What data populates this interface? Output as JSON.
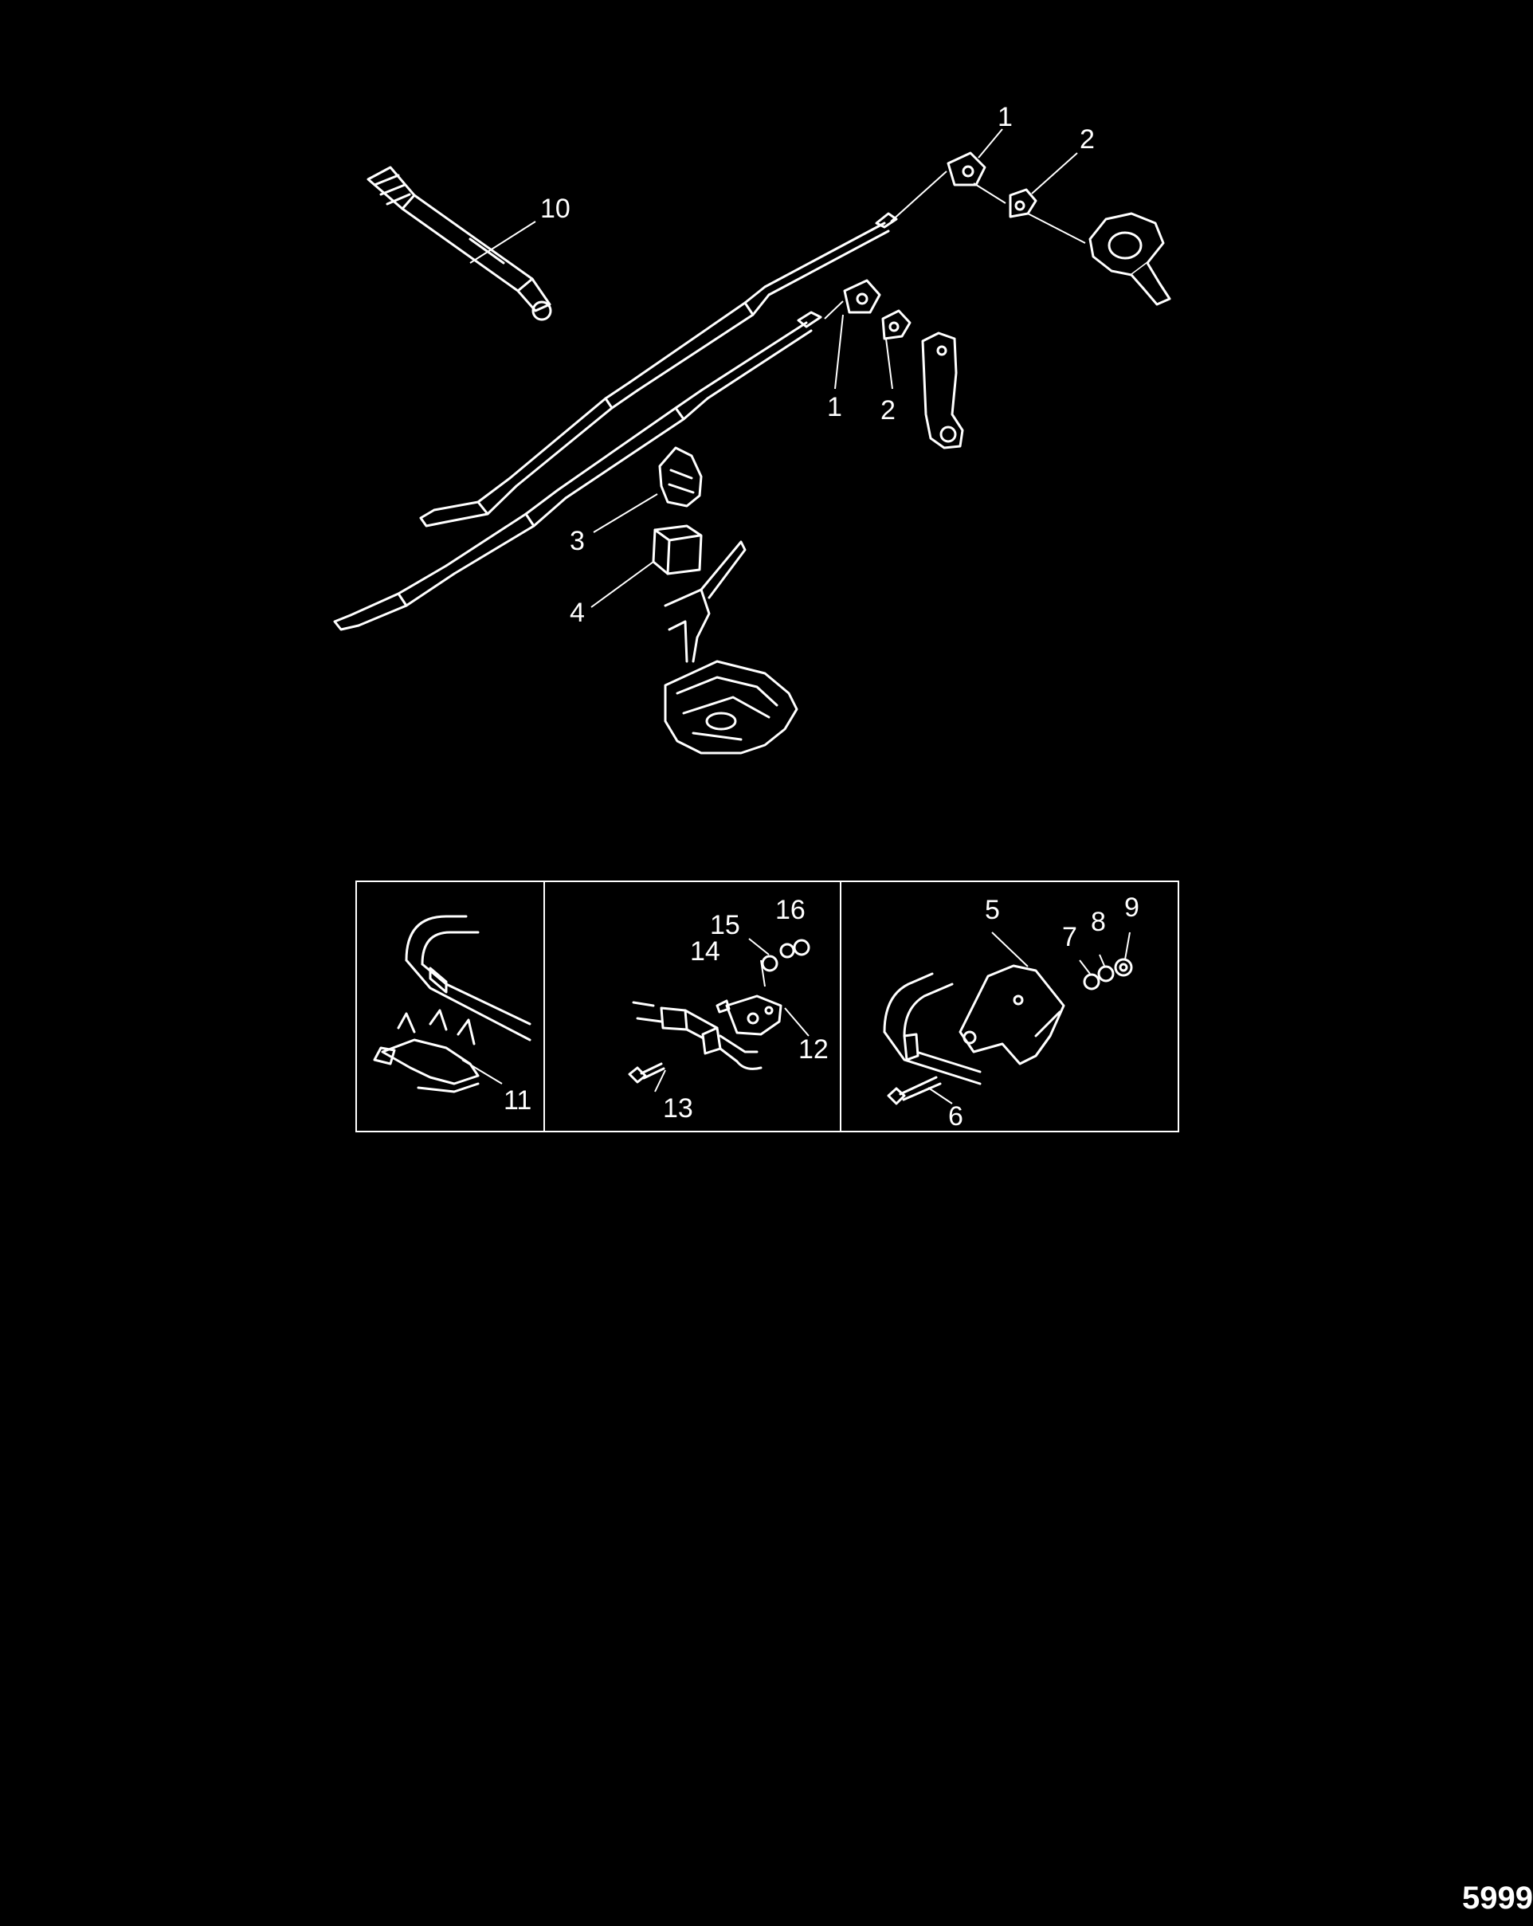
{
  "colors": {
    "background": "#000000",
    "linework": "#ffffff"
  },
  "callouts": {
    "c1a": "1",
    "c2a": "2",
    "c10": "10",
    "c1b": "1",
    "c2b": "2",
    "c3": "3",
    "c4": "4",
    "c11": "11",
    "c16": "16",
    "c15": "15",
    "c14": "14",
    "c12": "12",
    "c13": "13",
    "c5": "5",
    "c7": "7",
    "c8": "8",
    "c9": "9",
    "c6": "6"
  },
  "document_number": "5999"
}
